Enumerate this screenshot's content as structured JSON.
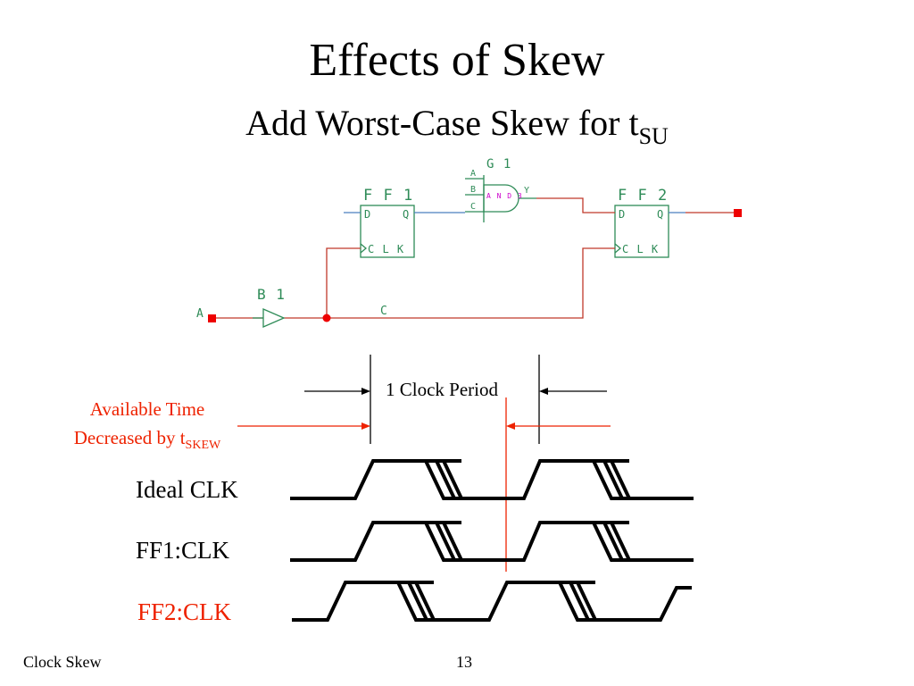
{
  "slide": {
    "title": "Effects of Skew",
    "subtitle_main": "Add Worst-Case Skew for t",
    "subtitle_sub": "SU",
    "footer_left": "Clock Skew",
    "page_number": "13"
  },
  "circuit": {
    "labels": {
      "ff1": "F F 1",
      "ff2": "F F 2",
      "g1": "G 1",
      "and3": "A N D 3",
      "b1": "B 1",
      "d": "D",
      "q": "Q",
      "clk": "C L K",
      "in_a": "A",
      "in_b": "B",
      "in_c": "C",
      "out_y": "Y",
      "net_c": "C",
      "port_a": "A"
    }
  },
  "timing": {
    "period_label": "1 Clock Period",
    "annotation_line1": "Available Time",
    "annotation_line2": "Decreased by t",
    "annotation_sub": "SKEW",
    "signals": [
      "Ideal CLK",
      "FF1:CLK",
      "FF2:CLK"
    ]
  },
  "colors": {
    "circuit_green": "#2e8b57",
    "wire_red": "#c0392b",
    "port_red": "#ee0000",
    "highlight_red": "#ee2200",
    "text_black": "#000000"
  }
}
